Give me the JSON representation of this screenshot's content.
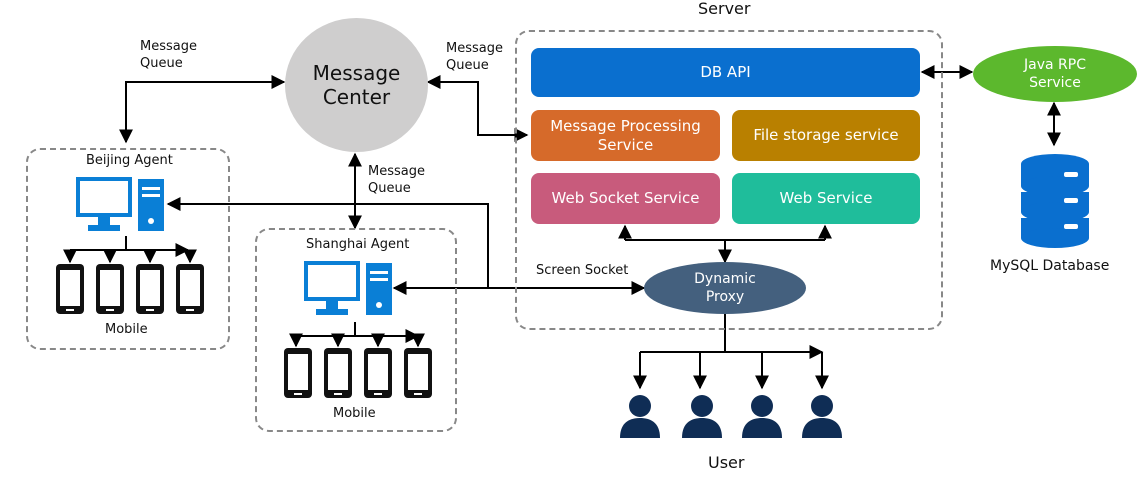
{
  "server": {
    "title": "Server"
  },
  "message_center": {
    "label": "Message\nCenter"
  },
  "labels": {
    "mq_left": "Message\nQueue",
    "mq_right": "Message\nQueue",
    "mq_center": "Message\nQueue",
    "screen_socket": "Screen Socket"
  },
  "beijing": {
    "title": "Beijing Agent",
    "mobile_label": "Mobile"
  },
  "shanghai": {
    "title": "Shanghai Agent",
    "mobile_label": "Mobile"
  },
  "services": {
    "db_api": "DB API",
    "message_processing": "Message Processing\nService",
    "file_storage": "File storage service",
    "web_socket": "Web Socket Service",
    "web_service": "Web Service"
  },
  "dynamic_proxy": {
    "label": "Dynamic\nProxy"
  },
  "java_rpc": {
    "label": "Java RPC\nService"
  },
  "database": {
    "label": "MySQL Database"
  },
  "user": {
    "label": "User"
  },
  "colors": {
    "db_api": "#0a6fcf",
    "message_processing": "#d66a2a",
    "file_storage": "#b98000",
    "web_socket": "#c85b7c",
    "web_service": "#1fbd9b",
    "dynamic_proxy": "#44607e",
    "java_rpc": "#5cb82d",
    "message_center": "#cfcece",
    "database": "#0a6fcf",
    "computer": "#0a7fd6",
    "user": "#0f2d55"
  }
}
